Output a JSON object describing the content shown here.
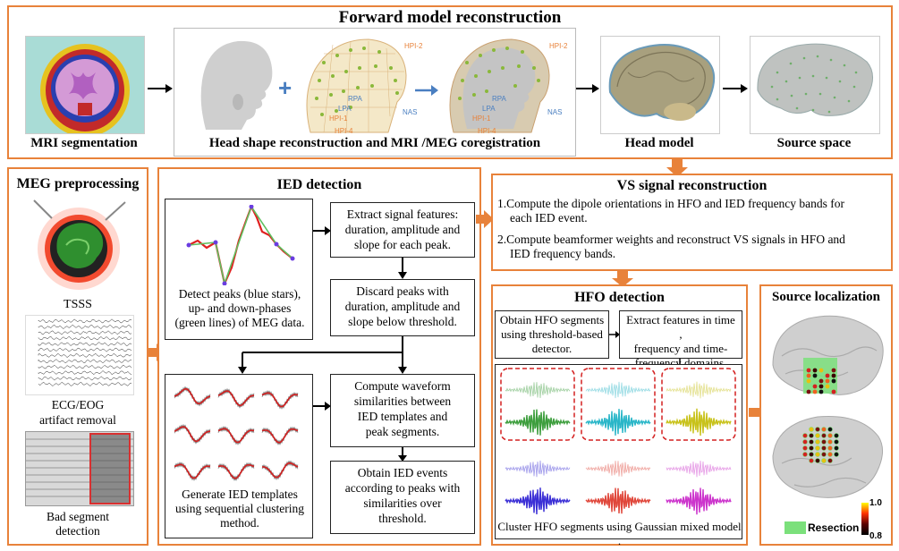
{
  "forward": {
    "title": "Forward model reconstruction",
    "mri_caption": "MRI segmentation",
    "coreg_caption": "Head shape reconstruction and MRI /MEG coregistration",
    "head_caption": "Head model",
    "source_caption": "Source space",
    "plus": "+",
    "labels": {
      "hpi2": "HPI-2",
      "hpi1": "HPI-1",
      "hpi4": "HPI-4",
      "rpa": "RPA",
      "lpa": "LPA",
      "nas": "NAS"
    }
  },
  "meg": {
    "title": "MEG preprocessing",
    "tsss": "TSSS",
    "ecg_line1": "ECG/EOG",
    "ecg_line2": "artifact removal",
    "bad_line1": "Bad segment",
    "bad_line2": "detection"
  },
  "ied": {
    "title": "IED detection",
    "peaks_caption": [
      "Detect peaks (blue stars),",
      "up- and down-phases",
      "(green lines) of MEG data."
    ],
    "extract": [
      "Extract signal features:",
      "duration, amplitude and",
      "slope for each peak."
    ],
    "discard": [
      "Discard peaks with",
      "duration, amplitude and",
      "slope below threshold."
    ],
    "compute": [
      "Compute waveform",
      "similarities between",
      "IED templates and",
      "peak segments."
    ],
    "obtain": [
      "Obtain IED events",
      "according to peaks with",
      "similarities over",
      "threshold."
    ],
    "templates_caption": [
      "Generate IED templates",
      "using sequential clustering",
      "method."
    ]
  },
  "vs": {
    "title": "VS signal reconstruction",
    "step1": [
      "1.Compute the dipole orientations in HFO and IED frequency bands for",
      "each IED event."
    ],
    "step2": [
      "2.Compute beamformer weights and reconstruct VS signals in HFO and",
      "IED frequency bands."
    ]
  },
  "hfo": {
    "title": "HFO detection",
    "obtain": [
      "Obtain HFO segments",
      "using threshold-based",
      "detector."
    ],
    "extract": [
      "Extract features in time ,",
      "frequency and time-",
      "frequency domains."
    ],
    "cluster_caption": "Cluster HFO segments using Gaussian mixed model .",
    "cluster_colors": [
      "#3d9e3d",
      "#29b6c8",
      "#c8c21a",
      "#3b2fd6",
      "#e0463a",
      "#cc33cc"
    ]
  },
  "source": {
    "title": "Source localization",
    "legend_label": "Resection",
    "scale_max": "1.0",
    "scale_min": "0.8"
  },
  "colors": {
    "panel_border": "#e8823a",
    "arrow_orange": "#e8823a",
    "arrow_blue": "#4a7fc1"
  }
}
